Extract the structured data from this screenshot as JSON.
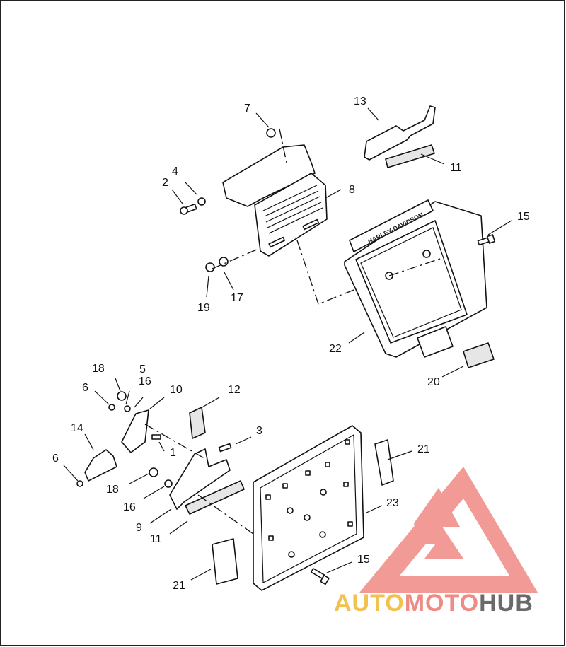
{
  "watermark": {
    "text_part1": "AUTO",
    "text_part2": "MOTO",
    "text_part3": "HUB",
    "color_part1": "#f2c14e",
    "color_part2": "#f08a84",
    "color_part3": "#6a6a6a",
    "logo_color": "#f08a84"
  },
  "plate_frame_text": "HARLEY-DAVIDSON",
  "callouts": {
    "c1": "1",
    "c2": "2",
    "c3": "3",
    "c4": "4",
    "c5": "5",
    "c6a": "6",
    "c6b": "6",
    "c7": "7",
    "c8": "8",
    "c9": "9",
    "c10": "10",
    "c11a": "11",
    "c11b": "11",
    "c12": "12",
    "c13": "13",
    "c14": "14",
    "c15a": "15",
    "c15b": "15",
    "c16a": "16",
    "c16b": "16",
    "c17": "17",
    "c18a": "18",
    "c18b": "18",
    "c19": "19",
    "c20": "20",
    "c21a": "21",
    "c21b": "21",
    "c22": "22",
    "c23": "23"
  }
}
